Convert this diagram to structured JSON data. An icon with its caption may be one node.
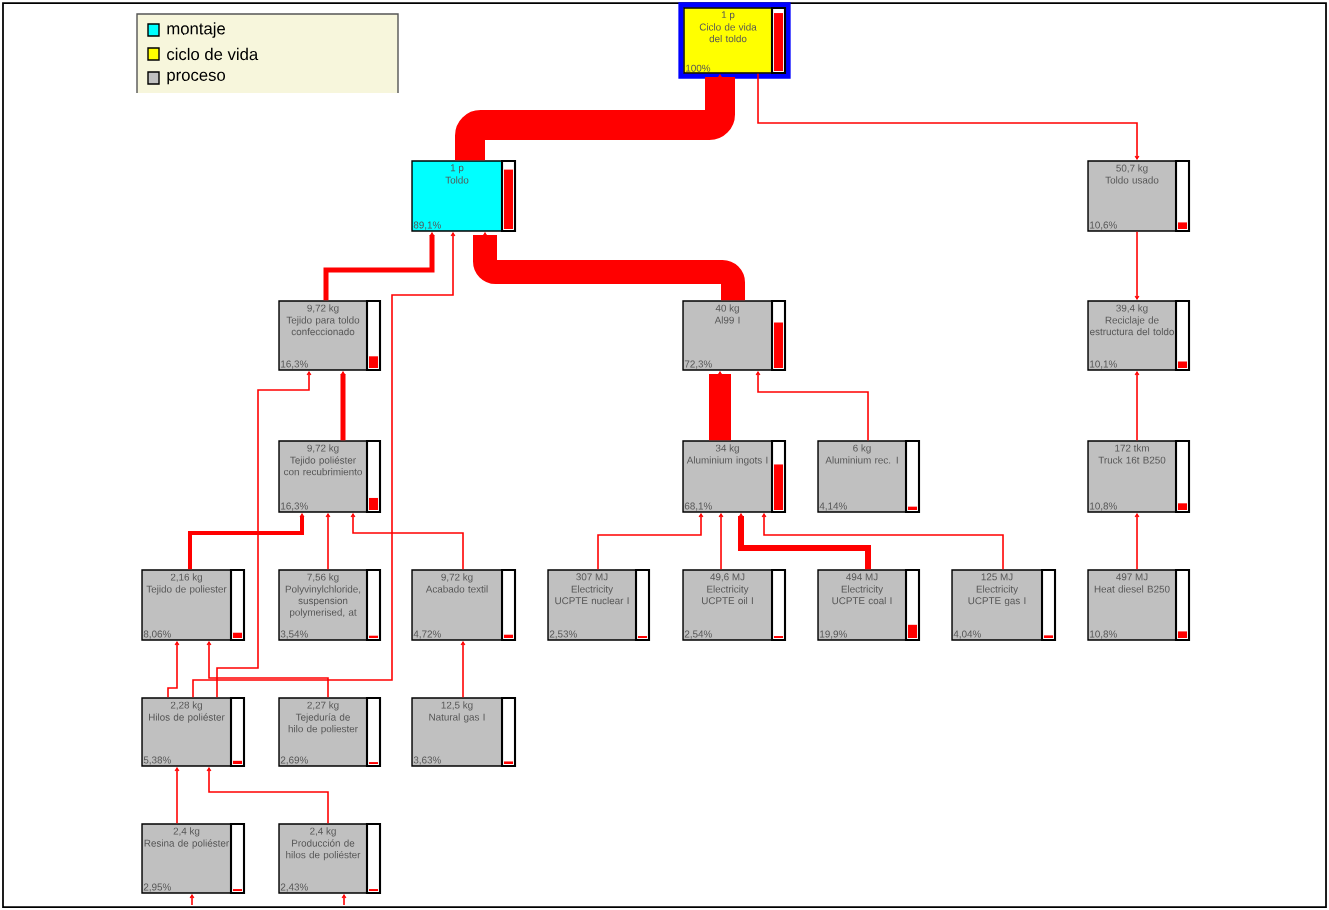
{
  "diagram": {
    "nodes": [
      {
        "text": [
          "1 p",
          "Ciclo de vida del toldo",
          "100%"
        ]
      },
      {
        "text": [
          "1 p",
          "Toldo",
          "89,1%"
        ]
      },
      {
        "text": [
          "50,7 kg",
          "Toldo usado",
          "10,6%"
        ]
      },
      {
        "text": [
          "9,72 kg",
          "Tejido para toldo confeccionado",
          "16,3%"
        ]
      },
      {
        "text": [
          "40 kg",
          "Al99 I",
          "72,3%"
        ]
      },
      {
        "text": [
          "39,4 kg",
          "Reciclaje de estructura del toldo",
          "10,1%"
        ]
      },
      {
        "text": [
          "9,72 kg",
          "Tejido poliéster con recubrimiento",
          "16,3%"
        ]
      },
      {
        "text": [
          "34 kg",
          "Aluminium ingots I",
          "68,1%"
        ]
      },
      {
        "text": [
          "6 kg",
          "Aluminium rec. I",
          "4,14%"
        ]
      },
      {
        "text": [
          "172 tkm",
          "Truck 16t B250",
          "10,8%"
        ]
      },
      {
        "text": [
          "2,16 kg",
          "Tejido de poliester",
          "8,06%"
        ]
      },
      {
        "text": [
          "7,56 kg",
          "Polyvinylchloride, suspension polymerised, at",
          "3,54%"
        ]
      },
      {
        "text": [
          "9,72 kg",
          "Acabado textil",
          "4,72%"
        ]
      },
      {
        "text": [
          "307 MJ",
          "Electricity UCPTE nuclear I",
          "2,53%"
        ]
      },
      {
        "text": [
          "49,6 MJ",
          "Electricity UCPTE oil I",
          "2,54%"
        ]
      },
      {
        "text": [
          "494 MJ",
          "Electricity UCPTE coal I",
          "19,9%"
        ]
      },
      {
        "text": [
          "125 MJ",
          "Electricity UCPTE gas I",
          "4,04%"
        ]
      },
      {
        "text": [
          "497 MJ",
          "Heat diesel B250",
          "10,8%"
        ]
      },
      {
        "text": [
          "2,28 kg",
          "Hilos de poliéster",
          "5,38%"
        ]
      },
      {
        "text": [
          "2,27 kg",
          "Tejeduría de hilo de poliester",
          "2,69%"
        ]
      },
      {
        "text": [
          "12,5 kg",
          "Natural gas I",
          "3,63%"
        ]
      },
      {
        "text": [
          "2,4 kg",
          "Resina de poliéster",
          "2,95%"
        ]
      },
      {
        "text": [
          "2,4 kg",
          "Producción de hilos de poliéster",
          "2,43%"
        ]
      }
    ],
    "edges": [
      {
        "from": 1,
        "to": 0,
        "arrow": "to",
        "style": "thick"
      },
      {
        "from": 0,
        "to": 2,
        "arrow": "to"
      },
      {
        "from": 3,
        "to": 1,
        "arrow": "to",
        "style": "thick"
      },
      {
        "from": 18,
        "to": 1,
        "arrow": "to"
      },
      {
        "from": 4,
        "to": 1,
        "arrow": "to",
        "style": "thick"
      },
      {
        "from": 2,
        "to": 5,
        "arrow": "to"
      },
      {
        "from": 6,
        "to": 3,
        "arrow": "to",
        "style": "thick"
      },
      {
        "from": 18,
        "to": 3,
        "arrow": "to"
      },
      {
        "from": 7,
        "to": 4,
        "arrow": "to",
        "style": "thick"
      },
      {
        "from": 8,
        "to": 4,
        "arrow": "to"
      },
      {
        "from": 9,
        "to": 5,
        "arrow": "to"
      },
      {
        "from": 10,
        "to": 6,
        "arrow": "to",
        "style": "thick"
      },
      {
        "from": 11,
        "to": 6,
        "arrow": "to"
      },
      {
        "from": 12,
        "to": 6,
        "arrow": "to"
      },
      {
        "from": 17,
        "to": 9,
        "arrow": "to"
      },
      {
        "from": 13,
        "to": 7,
        "arrow": "to"
      },
      {
        "from": 14,
        "to": 7,
        "arrow": "to"
      },
      {
        "from": 15,
        "to": 7,
        "arrow": "to",
        "style": "thick"
      },
      {
        "from": 16,
        "to": 7,
        "arrow": "to"
      },
      {
        "from": 18,
        "to": 10,
        "arrow": "to"
      },
      {
        "from": 19,
        "to": 10,
        "arrow": "to"
      },
      {
        "from": 20,
        "to": 12,
        "arrow": "to"
      },
      {
        "from": 21,
        "to": 18,
        "arrow": "to"
      },
      {
        "from": 22,
        "to": 18,
        "arrow": "to"
      },
      {
        "from": null,
        "to": 21,
        "arrow": "to"
      },
      {
        "from": null,
        "to": 22,
        "arrow": "to"
      }
    ],
    "legend": [
      {
        "text": "montaje",
        "color": "#00ffff"
      },
      {
        "text": "ciclo de vida",
        "color": "#ffff00"
      },
      {
        "text": "proceso",
        "color": "#c0c0c0"
      }
    ]
  }
}
